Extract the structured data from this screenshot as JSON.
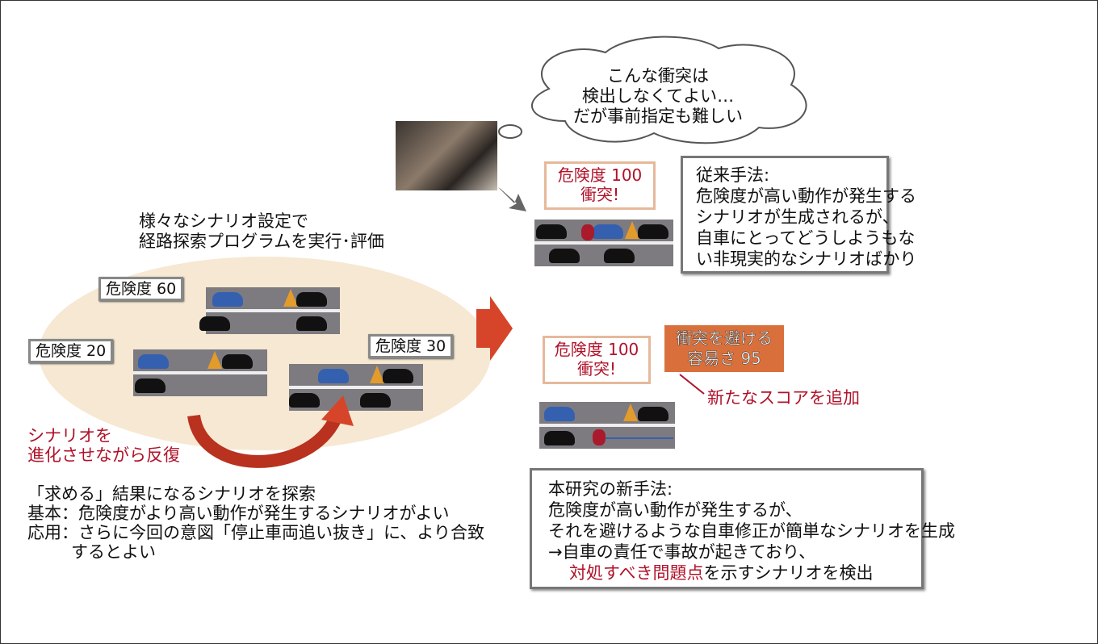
{
  "thought": {
    "lines": [
      "こんな衝突は",
      "検出しなくてよい…",
      "だが事前指定も難しい"
    ]
  },
  "left": {
    "title_lines": [
      "様々なシナリオ設定で",
      "経路探索プログラムを実行･評価"
    ],
    "labels": [
      "危険度 60",
      "危険度 20",
      "危険度 30"
    ],
    "iterate_lines": [
      "シナリオを",
      "進化させながら反復"
    ],
    "notes": {
      "headline": "「求める」結果になるシナリオを探索",
      "basic_label": "基本：",
      "basic_text": "危険度がより高い動作が発生するシナリオがよい",
      "applied_label": "応用：",
      "applied_text_1": "さらに今回の意図「停止車両追い抜き」に、より合致",
      "applied_text_2": "するとよい"
    }
  },
  "conventional": {
    "callout_lines": [
      "危険度 100",
      "衝突!"
    ],
    "box_lines": [
      "従来手法:",
      "危険度が高い動作が発生する",
      "シナリオが生成されるが、",
      "自車にとってどうしようもな",
      "い非現実的なシナリオばかり"
    ]
  },
  "proposed": {
    "callout_lines": [
      "危険度 100",
      "衝突!"
    ],
    "score_lines": [
      "衝突を避ける",
      "容易さ 95"
    ],
    "new_score": "新たなスコアを追加",
    "box_lines": [
      "本研究の新手法:",
      "危険度が高い動作が発生するが、",
      "それを避けるような自車修正が簡単なシナリオを生成",
      "→自車の責任で事故が起きており、"
    ],
    "box_last_red": "対処すべき問題点",
    "box_last_rest": "を示すシナリオを検出"
  },
  "colors": {
    "accent_red": "#b0122a",
    "arrow_red": "#d6452a",
    "beige": "#f6e8d2",
    "score_orange": "#d9703c"
  }
}
